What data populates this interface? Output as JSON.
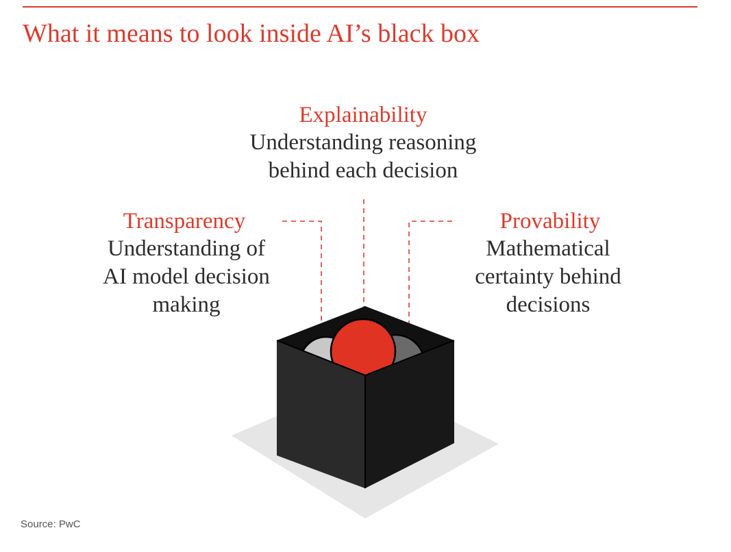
{
  "header": {
    "title": "What it means to look inside AI’s black box"
  },
  "concepts": {
    "explainability": {
      "name": "Explainability",
      "description_line1": "Understanding reasoning",
      "description_line2": "behind each decision"
    },
    "transparency": {
      "name": "Transparency",
      "description_line1": "Understanding of",
      "description_line2": "AI model decision",
      "description_line3": "making"
    },
    "provability": {
      "name": "Provability",
      "description_line1": "Mathematical",
      "description_line2": "certainty behind",
      "description_line3": "decisions"
    }
  },
  "footer": {
    "source": "Source: PwC"
  },
  "colors": {
    "accent_red": "#d93c2e",
    "ball_red": "#e03324",
    "ball_light": "#c8c8c8",
    "ball_dark": "#6a6a6a",
    "box_black": "#1f1f1f",
    "shadow_grey": "#e6e6e6"
  }
}
